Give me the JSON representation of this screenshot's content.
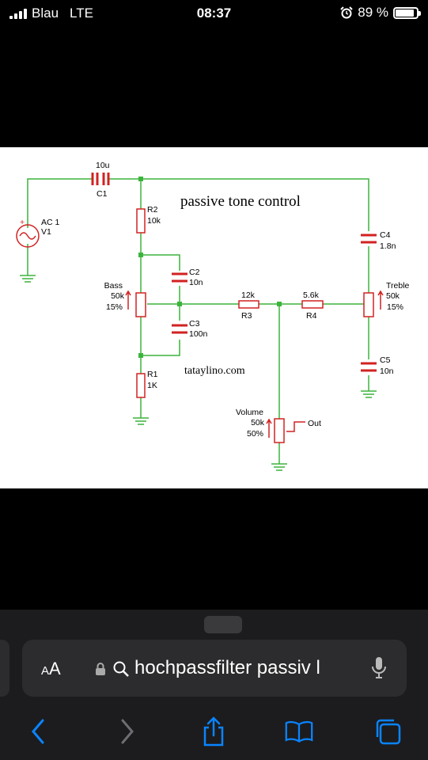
{
  "status_bar": {
    "carrier": "Blau",
    "network": "LTE",
    "time": "08:37",
    "battery_percent": "89 %",
    "battery_level": 0.89
  },
  "schematic": {
    "title": "passive tone control",
    "credit": "tataylino.com",
    "source": {
      "name": "AC 1",
      "ref": "V1"
    },
    "c1": {
      "value": "10u",
      "ref": "C1"
    },
    "r2": {
      "ref": "R2",
      "value": "10k"
    },
    "c2": {
      "ref": "C2",
      "value": "10n"
    },
    "c3": {
      "ref": "C3",
      "value": "100n"
    },
    "r1": {
      "ref": "R1",
      "value": "1K"
    },
    "bass": {
      "label": "Bass",
      "value": "50k",
      "setting": "15%"
    },
    "r3": {
      "value": "12k",
      "ref": "R3"
    },
    "r4": {
      "value": "5.6k",
      "ref": "R4"
    },
    "treble": {
      "label": "Treble",
      "value": "50k",
      "setting": "15%"
    },
    "c4": {
      "ref": "C4",
      "value": "1.8n"
    },
    "c5": {
      "ref": "C5",
      "value": "10n"
    },
    "volume": {
      "label": "Volume",
      "value": "50k",
      "setting": "50%",
      "output": "Out"
    }
  },
  "address_bar": {
    "aa_label": "A",
    "aa_label_big": "A",
    "url_text": "hochpassfilter passiv l"
  },
  "toolbar": {
    "icons": [
      "back-icon",
      "forward-icon",
      "share-icon",
      "bookmarks-icon",
      "tabs-icon"
    ]
  },
  "colors": {
    "wire": "#3cb43c",
    "component": "#d22222",
    "accent": "#0a84ff"
  }
}
